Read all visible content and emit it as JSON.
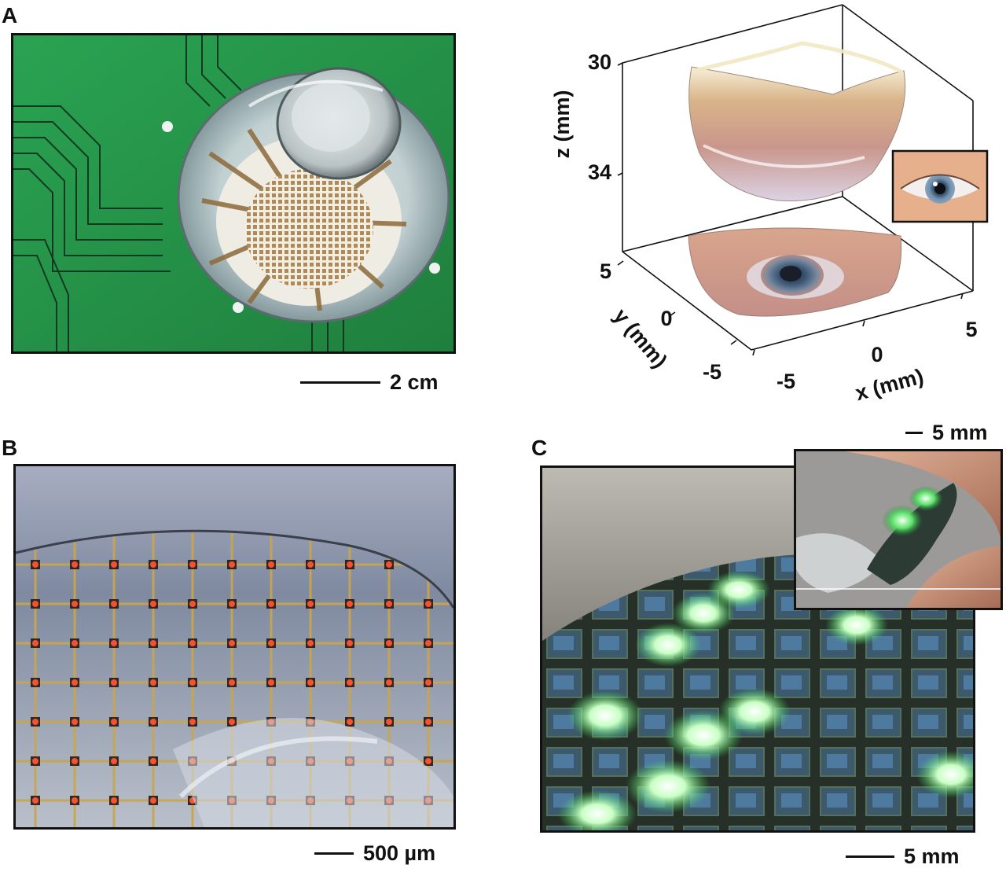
{
  "panels": {
    "a": {
      "label": "A",
      "scale": "2 cm"
    },
    "b": {
      "label": "B",
      "scale": "500 µm"
    },
    "c": {
      "label": "C",
      "scale_main": "5 mm",
      "scale_inset": "5 mm"
    }
  },
  "plot3d": {
    "z_label": "z (mm)",
    "y_label": "y (mm)",
    "x_label": "x (mm)",
    "z_ticks": [
      "30",
      "34"
    ],
    "y_ticks": [
      "5",
      "0",
      "-5"
    ],
    "x_ticks": [
      "-5",
      "0",
      "5"
    ]
  }
}
